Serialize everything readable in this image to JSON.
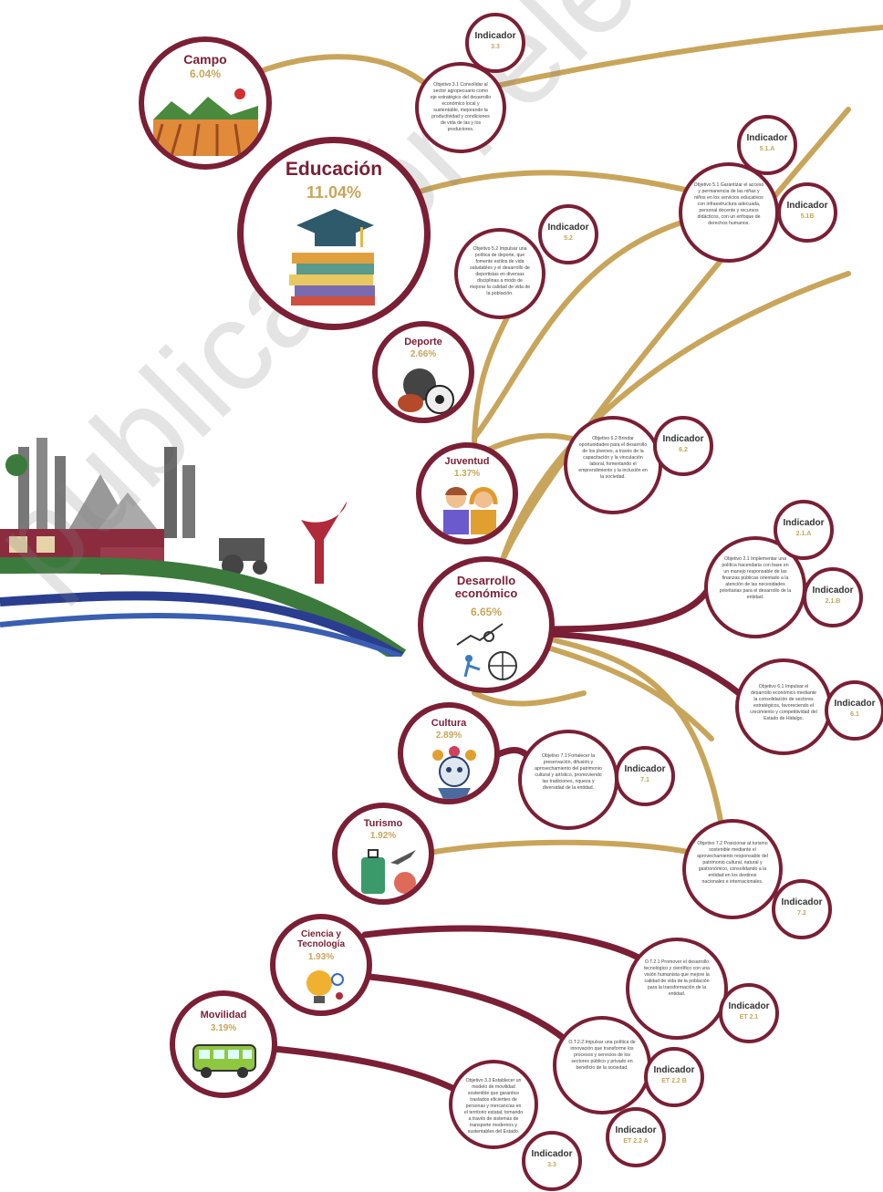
{
  "sectors": {
    "campo": {
      "name": "Campo",
      "pct": "6.04%"
    },
    "educacion": {
      "name": "Educación",
      "pct": "11.04%"
    },
    "deporte": {
      "name": "Deporte",
      "pct": "2.66%"
    },
    "juventud": {
      "name": "Juventud",
      "pct": "1.37%"
    },
    "desarrollo": {
      "name": "Desarrollo económico",
      "pct": "6.65%"
    },
    "cultura": {
      "name": "Cultura",
      "pct": "2.89%"
    },
    "turismo": {
      "name": "Turismo",
      "pct": "1.92%"
    },
    "ciencia": {
      "name": "Ciencia y Tecnología",
      "pct": "1.93%"
    },
    "movilidad": {
      "name": "Movilidad",
      "pct": "3.19%"
    }
  },
  "objectives": {
    "o31": "Objetivo 3.1 Consolidar al sector agropecuario como eje estratégico del desarrollo económico local y sustentable, mejorando la productividad y condiciones de vida de las y los productores.",
    "o51": "Objetivo 5.1 Garantizar el acceso y permanencia de las niñas y niños en los servicios educativos con infraestructura adecuada, personal docente y recursos didácticos, con un enfoque de derechos humanos.",
    "o52": "Objetivo 5.2 Impulsar una política de deporte, que fomente estilos de vida saludables y el desarrollo de deportistas en diversas disciplinas a modo de mejorar la calidad de vida de la población.",
    "o62": "Objetivo 6.2 Brindar oportunidades para el desarrollo de los jóvenes, a través de la capacitación y la vinculación laboral, fomentando el emprendimiento y la inclusión en la sociedad.",
    "o21": "Objetivo 2.1 Implementar una política hacendaria con base en un manejo responsable de las finanzas públicas orientado a la atención de las necesidades prioritarias para el desarrollo de la entidad.",
    "o61": "Objetivo 6.1 Impulsar el desarrollo económico mediante la consolidación de sectores estratégicos, favoreciendo el crecimiento y competitividad del Estado de Hidalgo.",
    "o71": "Objetivo 7.1 Fortalecer la preservación, difusión y aprovechamiento del patrimonio cultural y artístico, promoviendo las tradiciones, riqueza y diversidad de la entidad.",
    "o72": "Objetivo 7.2 Posicionar al turismo sostenible mediante el aprovechamiento responsable del patrimonio cultural, natural y gastronómico, consolidando a la entidad en los destinos nacionales e internacionales.",
    "ot21": "O.T.2.1 Promover el desarrollo tecnológico y científico con una visión humanista que mejore la calidad de vida de la población para la transformación de la entidad.",
    "ot22": "O.T.2.2 Impulsar una política de innovación que transforme los procesos y servicios de los sectores público y privado en beneficio de la sociedad.",
    "o33": "Objetivo 3.3 Establecer un modelo de movilidad sostenible que garantice traslados eficientes de personas y mercancías en el territorio estatal, tomando a través de sistemas de transporte modernos y sustentables del Estado."
  },
  "indicators": {
    "title": "Indicador",
    "i31": "3.3",
    "i51a": "5.1.A",
    "i51b": "5.1B",
    "i52": "5.2",
    "i62": "6.2",
    "i21a": "2.1.A",
    "i21b": "2.1.B",
    "i61": "6.1",
    "i71": "7.1",
    "i72": "7.2",
    "it21": "ET 2.1",
    "it22b": "ET 2.2 B",
    "it22a": "ET 2.2 A",
    "i33": "3.3"
  },
  "watermark": "publicación electrónica",
  "colors": {
    "maroon": "#7a1f35",
    "gold": "#c8a55a",
    "green": "#3b7a3c",
    "blue": "#2a3d8f"
  }
}
